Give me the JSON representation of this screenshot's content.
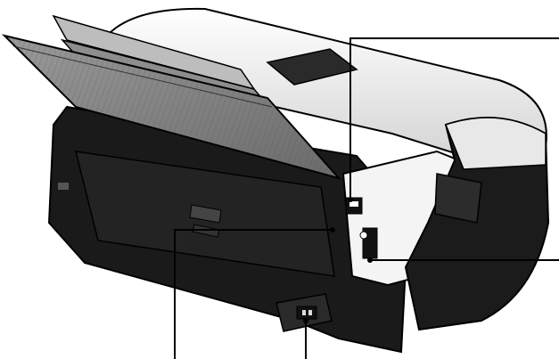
{
  "figure": {
    "subject": "printer-rear-view",
    "callouts": [
      {
        "name": "callout-usb-port",
        "target": "usb-port"
      },
      {
        "name": "callout-interface-port",
        "target": "interface-connector"
      },
      {
        "name": "callout-rear-cover-tab",
        "target": "rear-cover"
      },
      {
        "name": "callout-power-connector",
        "target": "power-connector"
      }
    ],
    "colors": {
      "body": "#1a1a1a",
      "panel": "#f4f4f4",
      "outline": "#000000"
    }
  }
}
